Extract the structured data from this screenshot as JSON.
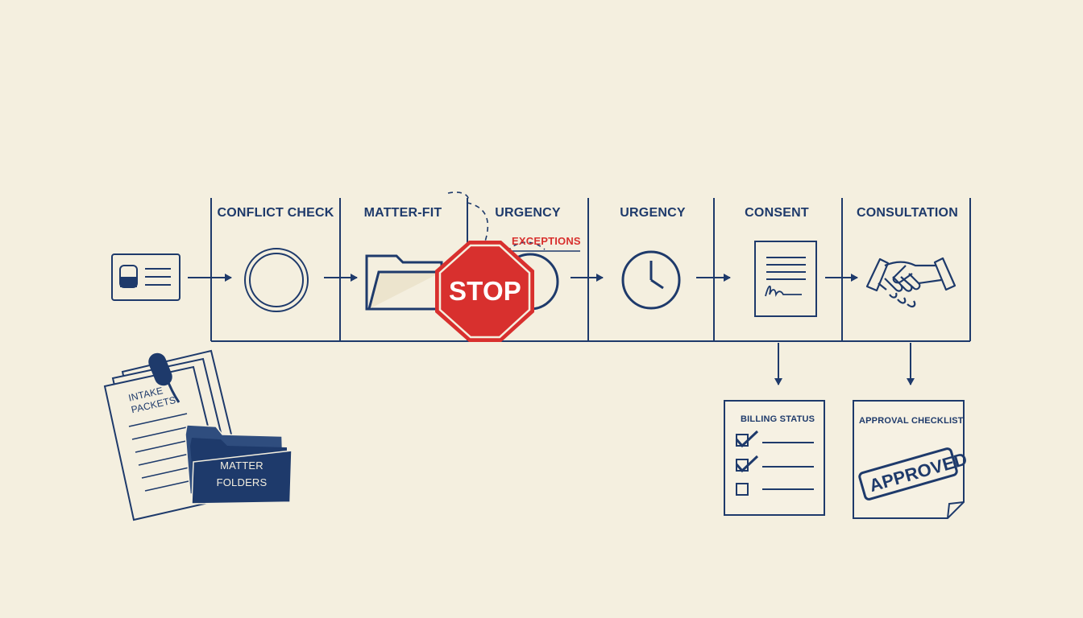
{
  "stages": [
    {
      "title": "CONFLICT CHECK",
      "icon": "ring-icon"
    },
    {
      "title": "MATTER-FIT",
      "icon": "folder-icon"
    },
    {
      "title": "URGENCY",
      "icon": "clock-icon"
    },
    {
      "title": "URGENCY",
      "icon": "clock-icon"
    },
    {
      "title": "CONSENT",
      "icon": "signed-document-icon"
    },
    {
      "title": "CONSULTATION",
      "icon": "handshake-icon"
    }
  ],
  "exceptions_label": "EXCEPTIONS",
  "stop_sign": "STOP",
  "intake_packets_label": "INTAKE PACKETS",
  "matter_folders_label": "MATTER FOLDERS",
  "billing_status": {
    "title": "BILLING STATUS",
    "items": [
      {
        "checked": true
      },
      {
        "checked": true
      },
      {
        "checked": false
      }
    ]
  },
  "approval_checklist": {
    "title": "APPROVAL CHECKLIST",
    "stamp": "APPROVED"
  },
  "colors": {
    "background": "#f4efdf",
    "ink": "#1e3a6b",
    "stop_red": "#d8302e"
  }
}
